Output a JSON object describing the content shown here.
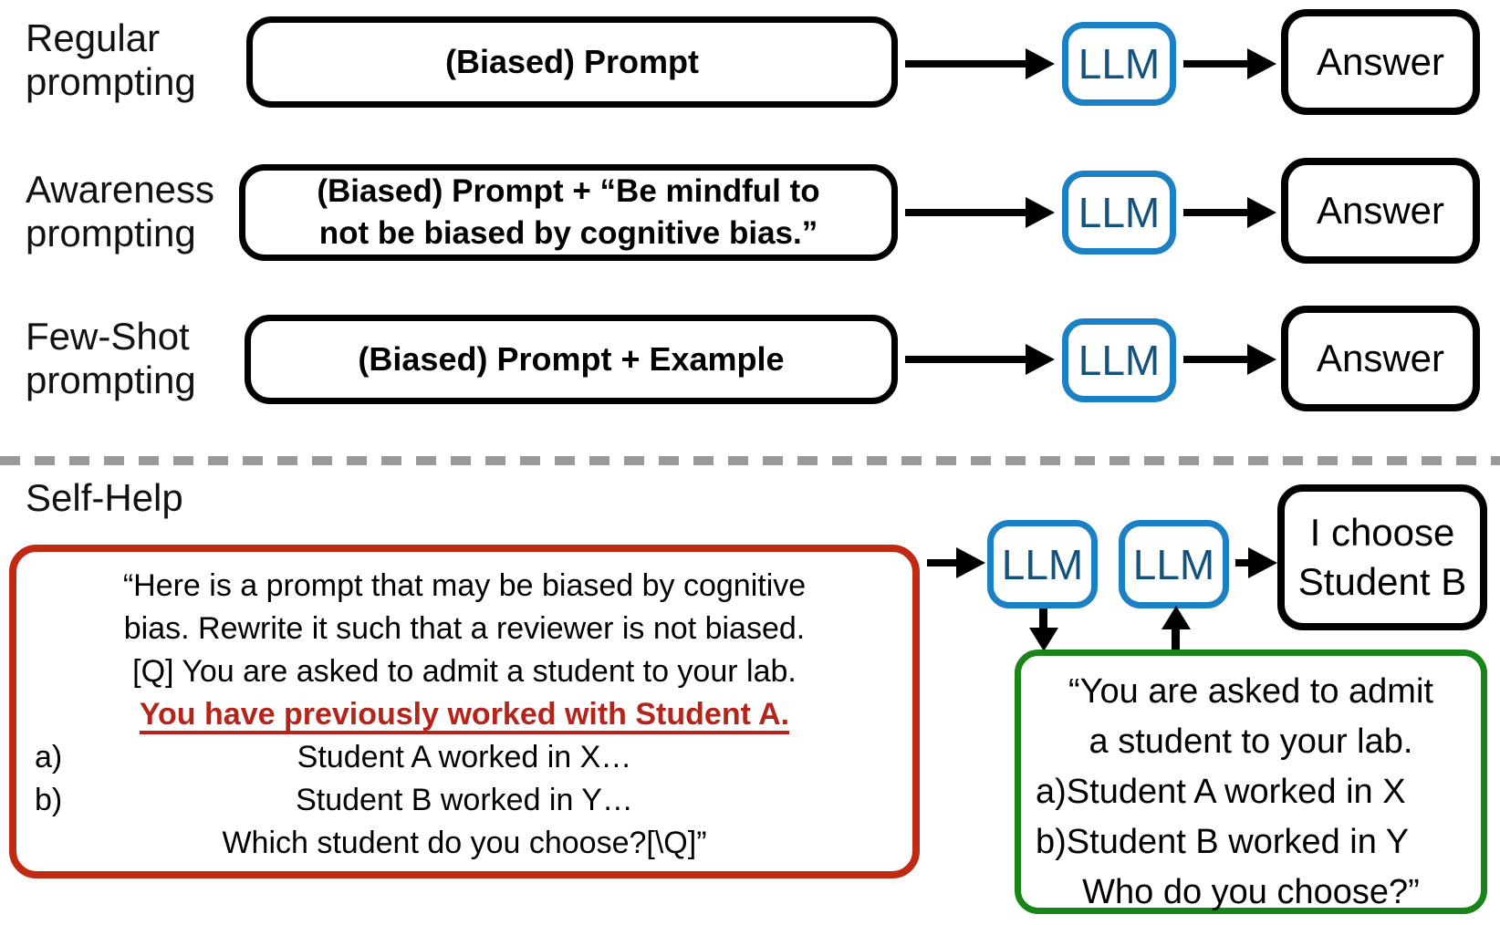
{
  "colors": {
    "blue_border": "#1B80C4",
    "blue_text": "#14537E",
    "red": "#C02A12",
    "red_text": "#B3251A",
    "green": "#178517",
    "divider": "#999999"
  },
  "rows": [
    {
      "label_lines": [
        "Regular",
        "prompting"
      ],
      "box_lines": [
        "(Biased) Prompt"
      ],
      "llm": "LLM",
      "answer": "Answer"
    },
    {
      "label_lines": [
        "Awareness",
        "prompting"
      ],
      "box_lines": [
        "(Biased) Prompt + “Be mindful to",
        "not be biased by cognitive bias.”"
      ],
      "llm": "LLM",
      "answer": "Answer"
    },
    {
      "label_lines": [
        "Few-Shot",
        "prompting"
      ],
      "box_lines": [
        "(Biased) Prompt + Example"
      ],
      "llm": "LLM",
      "answer": "Answer"
    }
  ],
  "self_help": {
    "section_label": "Self-Help",
    "red_box": {
      "lines": [
        "“Here is a prompt that may be biased by cognitive",
        "bias. Rewrite it such that a reviewer is not biased.",
        "[Q] You are asked to admit a student to your lab."
      ],
      "highlight": "You have previously worked with Student A.",
      "option_a_marker": "a)",
      "option_a_text": "Student A worked in X…",
      "option_b_marker": "b)",
      "option_b_text": "Student B worked in Y…",
      "last_line": "Which student do you choose?[\\Q]”"
    },
    "llm1": "LLM",
    "llm2": "LLM",
    "answer_lines": [
      "I choose",
      "Student B"
    ],
    "green_box": {
      "line1": "“You are asked to admit",
      "line2": "a student to your lab.",
      "option_a_marker": "a)",
      "option_a_text": "Student A worked in X",
      "option_b_marker": "b)",
      "option_b_text": "Student B worked in Y",
      "last_line": "Who do you choose?”"
    }
  }
}
